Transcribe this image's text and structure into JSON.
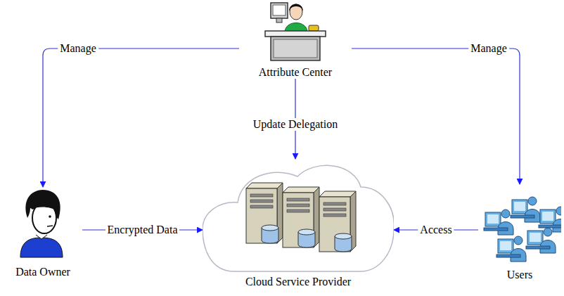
{
  "diagram": {
    "nodes": [
      {
        "text": [
          "Attribute Center"
        ]
      },
      {
        "text": [
          "Data Owner"
        ]
      },
      {
        "text": [
          "Cloud Service Provider"
        ]
      },
      {
        "text": [
          "Users"
        ]
      }
    ],
    "edges": [
      {
        "from": 0,
        "to": 1,
        "label": "Manage",
        "arrow": "to"
      },
      {
        "from": 0,
        "to": 3,
        "label": "Manage",
        "arrow": "to"
      },
      {
        "from": 0,
        "to": 2,
        "label": "Update Delegation",
        "arrow": "to"
      },
      {
        "from": 1,
        "to": 2,
        "label": "Encrypted Data",
        "arrow": "to"
      },
      {
        "from": 3,
        "to": 2,
        "label": "Access",
        "arrow": "to"
      }
    ]
  }
}
